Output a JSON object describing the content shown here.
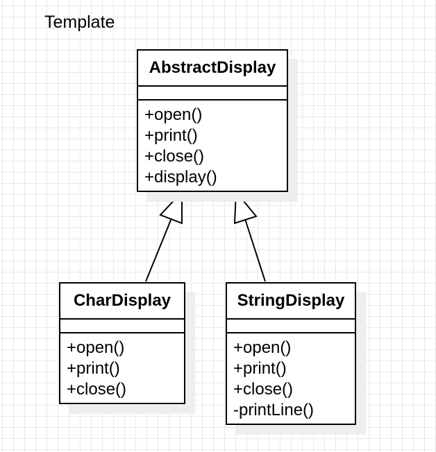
{
  "diagram": {
    "title": "Template",
    "classes": [
      {
        "id": "abstract",
        "name": "AbstractDisplay",
        "attributes": [],
        "operations": [
          "+open()",
          "+print()",
          "+close()",
          "+display()"
        ]
      },
      {
        "id": "char",
        "name": "CharDisplay",
        "attributes": [],
        "operations": [
          "+open()",
          "+print()",
          "+close()"
        ]
      },
      {
        "id": "string",
        "name": "StringDisplay",
        "attributes": [],
        "operations": [
          "+open()",
          "+print()",
          "+close()",
          "-printLine()"
        ]
      }
    ],
    "relations": [
      {
        "type": "generalization",
        "from": "CharDisplay",
        "to": "AbstractDisplay"
      },
      {
        "type": "generalization",
        "from": "StringDisplay",
        "to": "AbstractDisplay"
      }
    ]
  }
}
